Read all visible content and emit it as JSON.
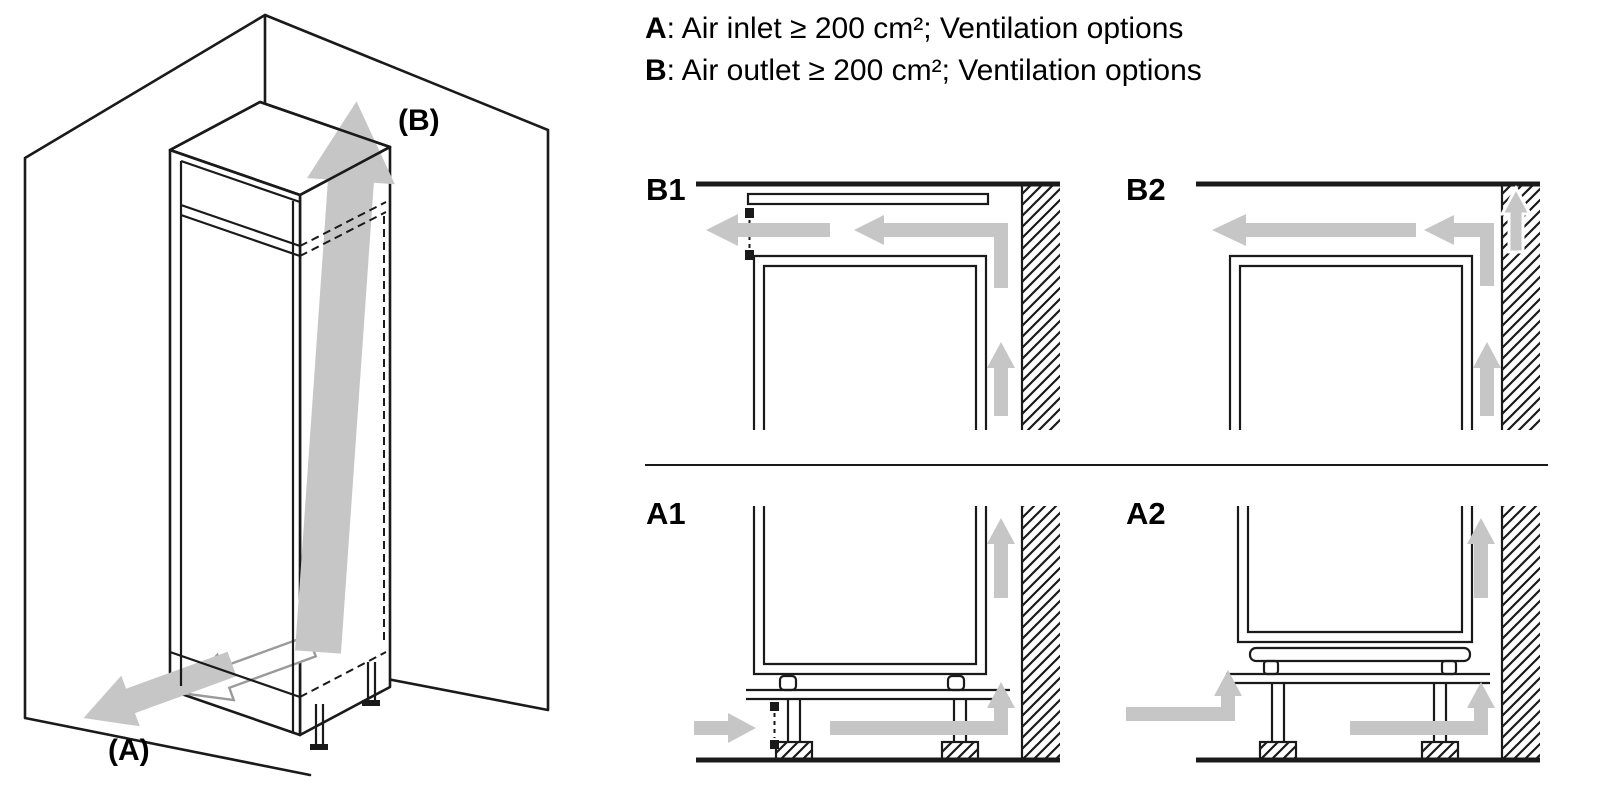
{
  "legend": {
    "items": [
      {
        "key": "A",
        "text": ": Air inlet ≥ 200 cm²; Ventilation options"
      },
      {
        "key": "B",
        "text": ": Air outlet ≥ 200 cm²; Ventilation options"
      }
    ]
  },
  "isometric": {
    "air_outlet_label": "(B)",
    "air_inlet_label": "(A)"
  },
  "panels": {
    "b1": {
      "label": "B1"
    },
    "b2": {
      "label": "B2"
    },
    "a1": {
      "label": "A1"
    },
    "a2": {
      "label": "A2"
    }
  },
  "colors": {
    "line": "#1a1a1a",
    "arrow": "#c6c6c6"
  }
}
